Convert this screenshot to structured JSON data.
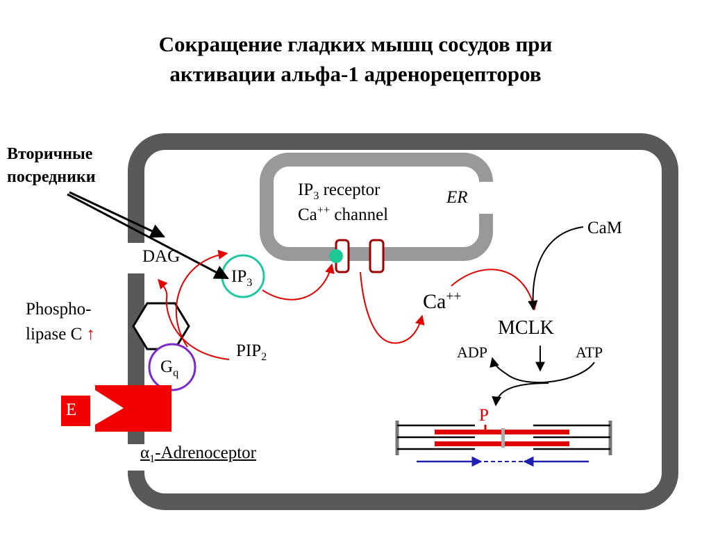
{
  "title": {
    "line1": "Сокращение гладких мышц сосудов при",
    "line2": "активации альфа-1 адренорецепторов"
  },
  "second_messengers": {
    "line1": "Вторичные",
    "line2": "посредники"
  },
  "labels": {
    "dag": "DAG",
    "ip3_base": "IP",
    "ip3_sub": "3",
    "plc_line1": "Phospho-",
    "plc_line2": "lipase C",
    "plc_arrow": "↑",
    "pip2_base": "PIP",
    "pip2_sub": "2",
    "gq_base": "G",
    "gq_sub": "q",
    "agonist": "E",
    "receptor_alpha": "α",
    "receptor_sub": "1",
    "receptor_rest": "-Adrenoceptor",
    "er": "ER",
    "ip3r_l1_base": "IP",
    "ip3r_l1_sub": "3",
    "ip3r_l1_rest": " receptor",
    "ip3r_l2_base": "Ca",
    "ip3r_l2_sup": "++",
    "ip3r_l2_rest": " channel",
    "ca_base": "Ca",
    "ca_sup": "++",
    "cam": "CaM",
    "mclk": "MCLK",
    "adp": "ADP",
    "atp": "ATP",
    "p": "P"
  },
  "colors": {
    "membrane": "#595959",
    "er_membrane": "#999999",
    "signal_arrow": "#e00000",
    "receptor": "#f20000",
    "ip3_circle": "#20c8a0",
    "gq_circle": "#7a28c8",
    "channel_stroke": "#9c0000",
    "channel_dot": "#1ec896",
    "actin_arrow": "#2020b0"
  }
}
